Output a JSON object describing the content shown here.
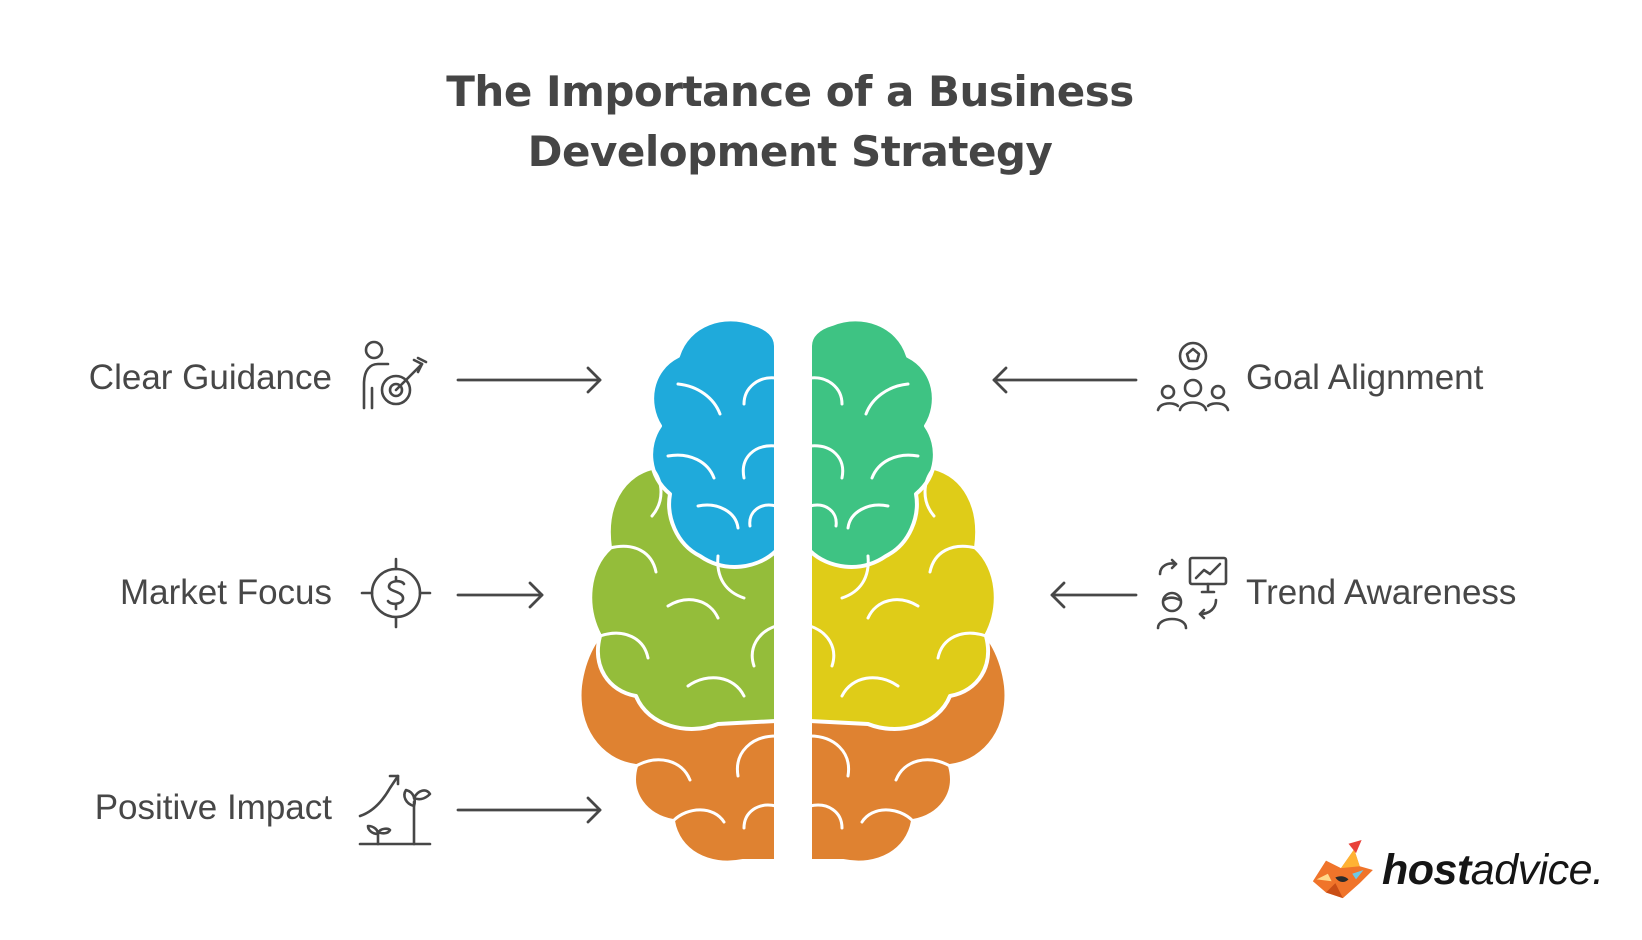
{
  "title": {
    "line1": "The Importance of a Business",
    "line2": "Development Strategy"
  },
  "items": [
    {
      "label": "Clear Guidance",
      "icon": "person-target-icon",
      "side": "left"
    },
    {
      "label": "Market Focus",
      "icon": "dollar-target-icon",
      "side": "left"
    },
    {
      "label": "Positive Impact",
      "icon": "growth-plant-icon",
      "side": "left"
    },
    {
      "label": "Goal Alignment",
      "icon": "team-goal-icon",
      "side": "right"
    },
    {
      "label": "Trend Awareness",
      "icon": "person-trend-chart-icon",
      "side": "right"
    }
  ],
  "brain_colors": {
    "top_left": "#1faadb",
    "mid_left": "#94bd3a",
    "bottom": "#df8231",
    "top_right": "#3ec383",
    "mid_right": "#dfcc18"
  },
  "logo": {
    "bold": "host",
    "regular": "advice."
  }
}
